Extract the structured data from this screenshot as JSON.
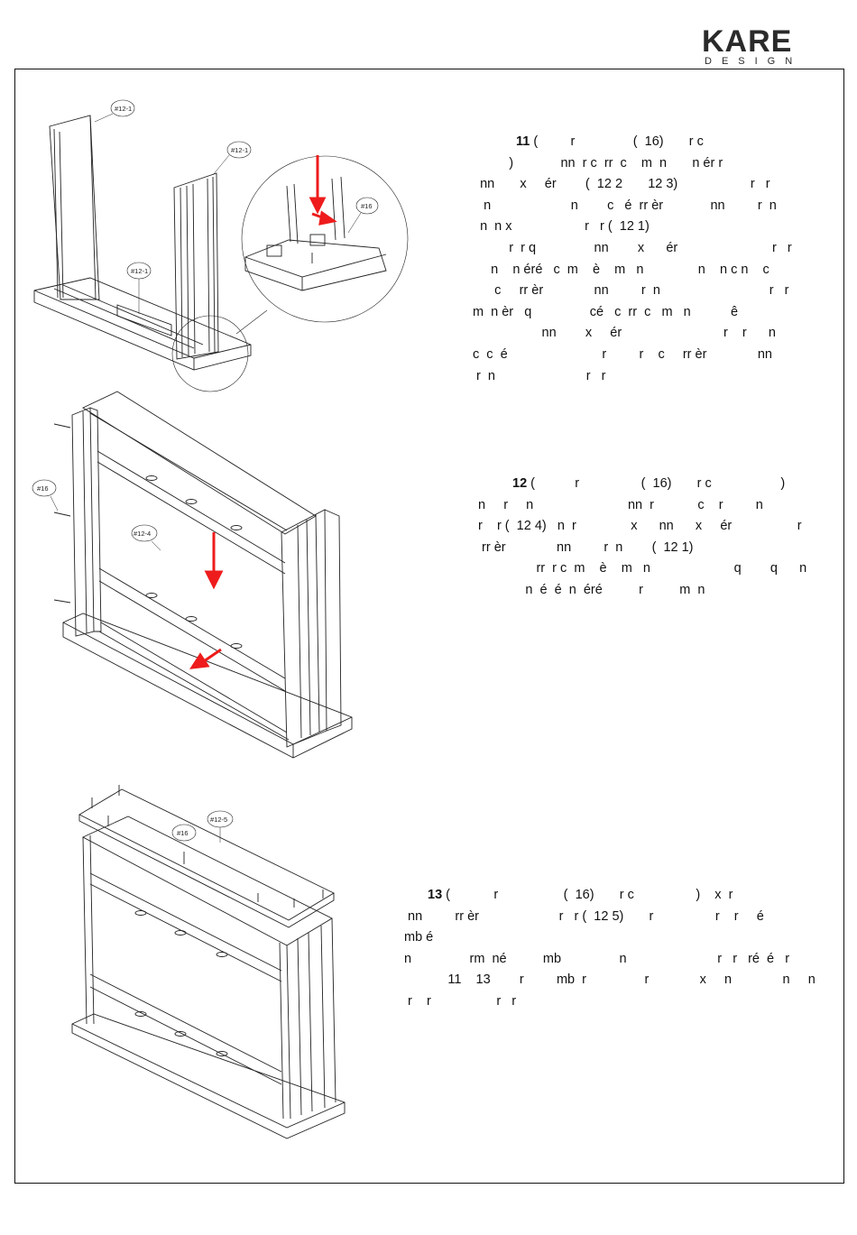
{
  "brand": {
    "name": "KARE",
    "tagline": "DESIGN"
  },
  "steps": [
    {
      "number": "11",
      "text": " (         r                (  16)       r c \n          )             nn  r c  rr  c    m  n       n ér r \n  nn       x     ér        (  12 2       12 3)                    r   r \n   n                      n        c   é  rr èr             nn         r  n \n  n  n x                    r   r (  12 1)\n          r  r q                nn        x      ér                          r   r \n     n    n éré   c  m    è    m   n               n    n c n    c \n      c     rr èr              nn         r  n                              r   r \nm  n èr   q                cé   c  rr  c   m   n           ê \n                   nn        x     ér                            r    r      n\nc  c  é                          r         r    c     rr èr              nn \n r  n                         r   r"
    },
    {
      "number": "12",
      "text": " (           r                 (  16)       r c                   )\nn     r     n                          nn  r            c    r         n \nr    r (  12 4)   n  r               x      nn      x     ér                  r \n rr èr              nn         r  n        (  12 1)\n                rr  r c  m    è    m   n                       q        q      n \n             n  é  é  n  éré          r          m  n"
    },
    {
      "number": "13",
      "text": " (            r                  (  16)       r c                 )    x  r \n nn         rr èr                      r   r (  12 5)       r                 r    r     é            mb é\nn                rm  né          mb                n                         r   r   ré  é   r\n            11    13        r         mb  r                r              x     n              n     n\n r    r                  r   r"
    }
  ],
  "callouts": {
    "fig1_top_left": "#12-1",
    "fig1_top_right": "#12-1",
    "fig1_middle": "#12-1",
    "fig1_detail": "#16",
    "fig2_left": "#16",
    "fig2_panel": "#12-4",
    "fig3_screw": "#16",
    "fig3_panel": "#12-5"
  },
  "colors": {
    "arrow": "#ee1c1c",
    "line": "#222222"
  }
}
